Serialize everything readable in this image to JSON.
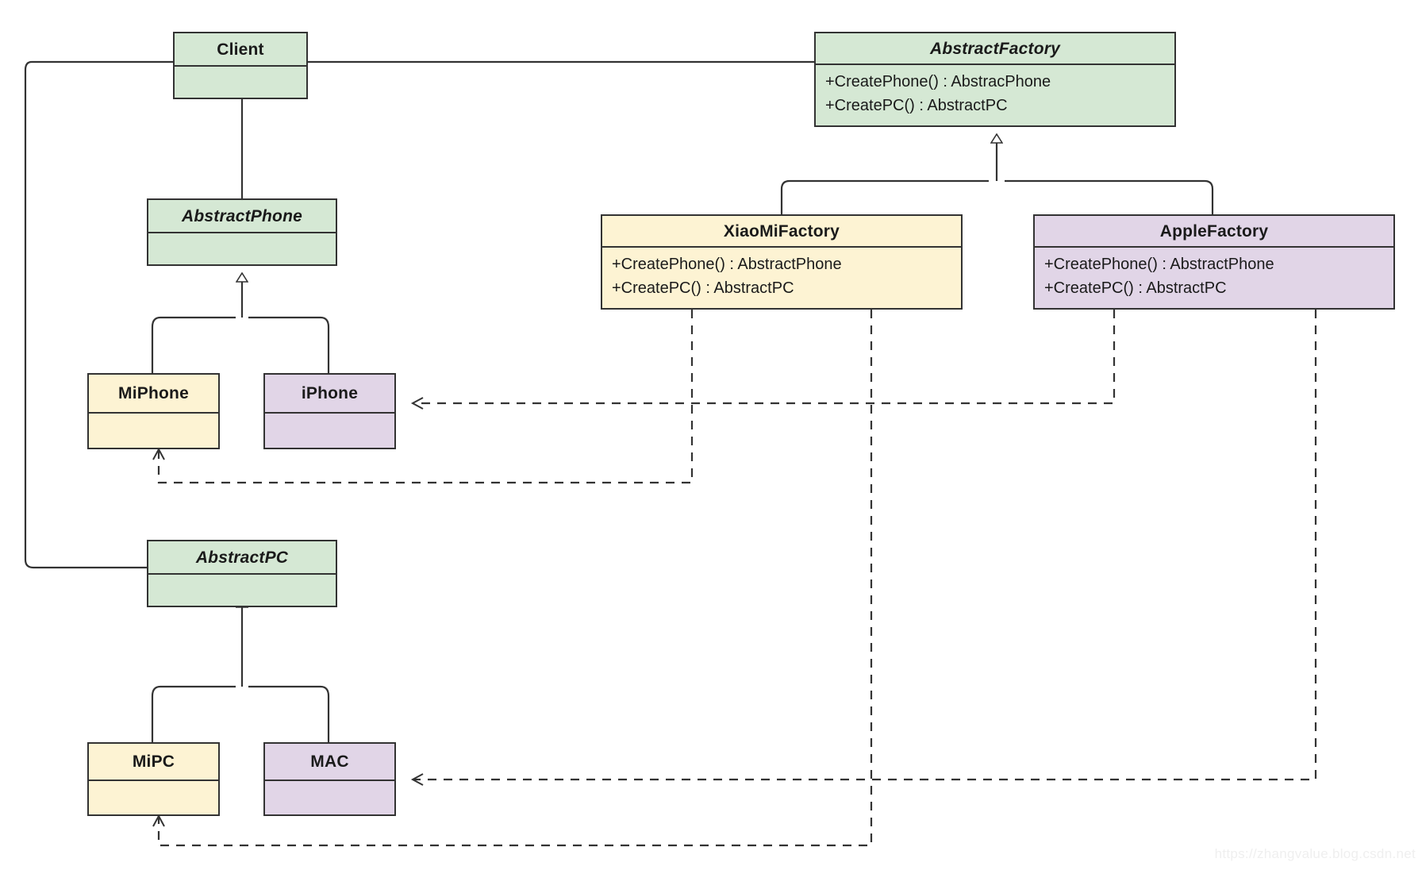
{
  "diagram": {
    "title": "Abstract Factory UML class diagram",
    "watermark": "https://zhangvalue.blog.csdn.net",
    "colors": {
      "green": "#d5e8d4",
      "yellow": "#fdf3d3",
      "purple": "#e1d5e7",
      "stroke": "#333333",
      "text": "#1a1a1a",
      "watermark": "#efefef"
    }
  },
  "classes": {
    "client": {
      "name": "Client",
      "stereotype": "concrete",
      "members": []
    },
    "abstract_factory": {
      "name": "AbstractFactory",
      "stereotype": "abstract",
      "members": [
        "+CreatePhone() : AbstracPhone",
        "+CreatePC() : AbstractPC"
      ]
    },
    "abstract_phone": {
      "name": "AbstractPhone",
      "stereotype": "abstract",
      "members": []
    },
    "abstract_pc": {
      "name": "AbstractPC",
      "stereotype": "abstract",
      "members": []
    },
    "xiaomi_factory": {
      "name": "XiaoMiFactory",
      "stereotype": "concrete",
      "members": [
        "+CreatePhone() : AbstractPhone",
        "+CreatePC() : AbstractPC"
      ]
    },
    "apple_factory": {
      "name": "AppleFactory",
      "stereotype": "concrete",
      "members": [
        "+CreatePhone() : AbstractPhone",
        "+CreatePC() : AbstractPC"
      ]
    },
    "miphone": {
      "name": "MiPhone",
      "stereotype": "concrete",
      "members": []
    },
    "iphone": {
      "name": "iPhone",
      "stereotype": "concrete",
      "members": []
    },
    "mipc": {
      "name": "MiPC",
      "stereotype": "concrete",
      "members": []
    },
    "mac": {
      "name": "MAC",
      "stereotype": "concrete",
      "members": []
    }
  },
  "relationships": [
    {
      "type": "association",
      "from": "Client",
      "to": "AbstractFactory",
      "style": "solid"
    },
    {
      "type": "association",
      "from": "Client",
      "to": "AbstractPhone",
      "style": "solid"
    },
    {
      "type": "association",
      "from": "Client",
      "to": "AbstractPC",
      "style": "solid"
    },
    {
      "type": "generalization",
      "from": "XiaoMiFactory",
      "to": "AbstractFactory",
      "style": "solid"
    },
    {
      "type": "generalization",
      "from": "AppleFactory",
      "to": "AbstractFactory",
      "style": "solid"
    },
    {
      "type": "generalization",
      "from": "MiPhone",
      "to": "AbstractPhone",
      "style": "solid"
    },
    {
      "type": "generalization",
      "from": "iPhone",
      "to": "AbstractPhone",
      "style": "solid"
    },
    {
      "type": "generalization",
      "from": "MiPC",
      "to": "AbstractPC",
      "style": "solid"
    },
    {
      "type": "generalization",
      "from": "MAC",
      "to": "AbstractPC",
      "style": "solid"
    },
    {
      "type": "dependency",
      "from": "XiaoMiFactory",
      "to": "MiPhone",
      "style": "dashed"
    },
    {
      "type": "dependency",
      "from": "XiaoMiFactory",
      "to": "MiPC",
      "style": "dashed"
    },
    {
      "type": "dependency",
      "from": "AppleFactory",
      "to": "iPhone",
      "style": "dashed"
    },
    {
      "type": "dependency",
      "from": "AppleFactory",
      "to": "MAC",
      "style": "dashed"
    }
  ]
}
